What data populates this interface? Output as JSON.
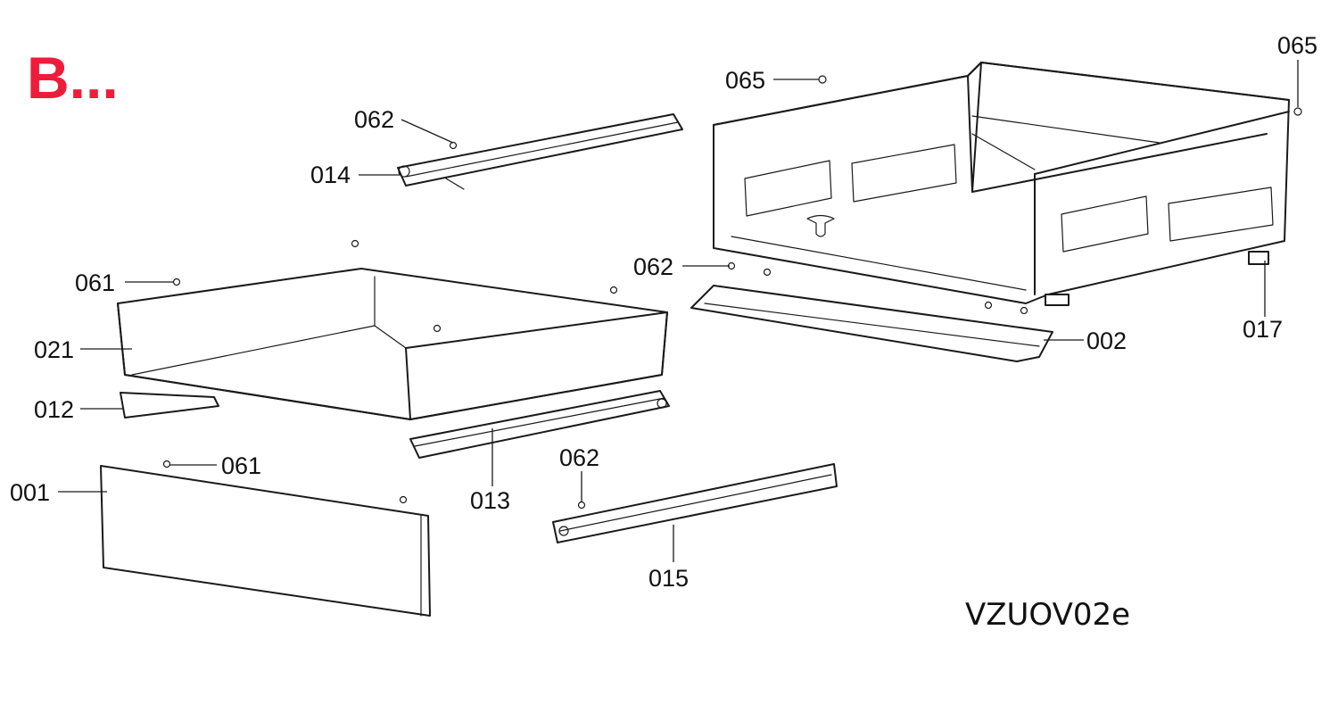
{
  "header": {
    "title": "B...",
    "title_color": "#ee1c3a"
  },
  "reference_code": "VZUOV02e",
  "labels": {
    "p001": "001",
    "p002": "002",
    "p012": "012",
    "p013": "013",
    "p014": "014",
    "p015": "015",
    "p017": "017",
    "p021": "021",
    "p061a": "061",
    "p061b": "061",
    "p062a": "062",
    "p062b": "062",
    "p062c": "062",
    "p065a": "065",
    "p065b": "065"
  }
}
